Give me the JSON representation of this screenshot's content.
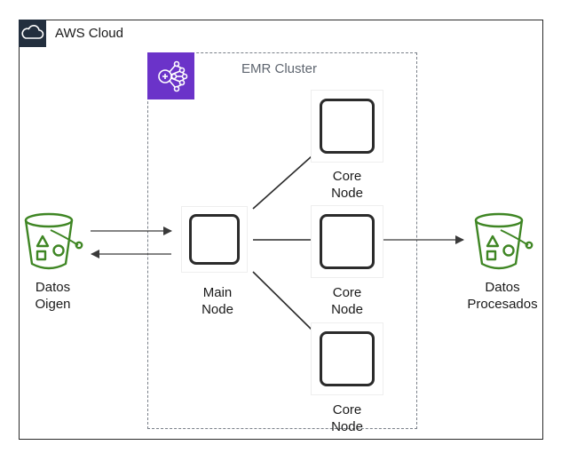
{
  "aws_cloud": {
    "title": "AWS Cloud",
    "icon": "cloud-icon"
  },
  "emr_cluster": {
    "title": "EMR Cluster",
    "icon": "emr-icon",
    "color": "#6b33c9"
  },
  "source": {
    "line1": "Datos",
    "line2": "Oigen",
    "icon": "s3-bucket-icon",
    "color": "#3f8624"
  },
  "main_node": {
    "line1": "Main",
    "line2": "Node"
  },
  "core_nodes": [
    {
      "line1": "Core",
      "line2": "Node"
    },
    {
      "line1": "Core",
      "line2": "Node"
    },
    {
      "line1": "Core",
      "line2": "Node"
    }
  ],
  "destination": {
    "line1": "Datos",
    "line2": "Procesados",
    "icon": "s3-bucket-icon",
    "color": "#3f8624"
  }
}
